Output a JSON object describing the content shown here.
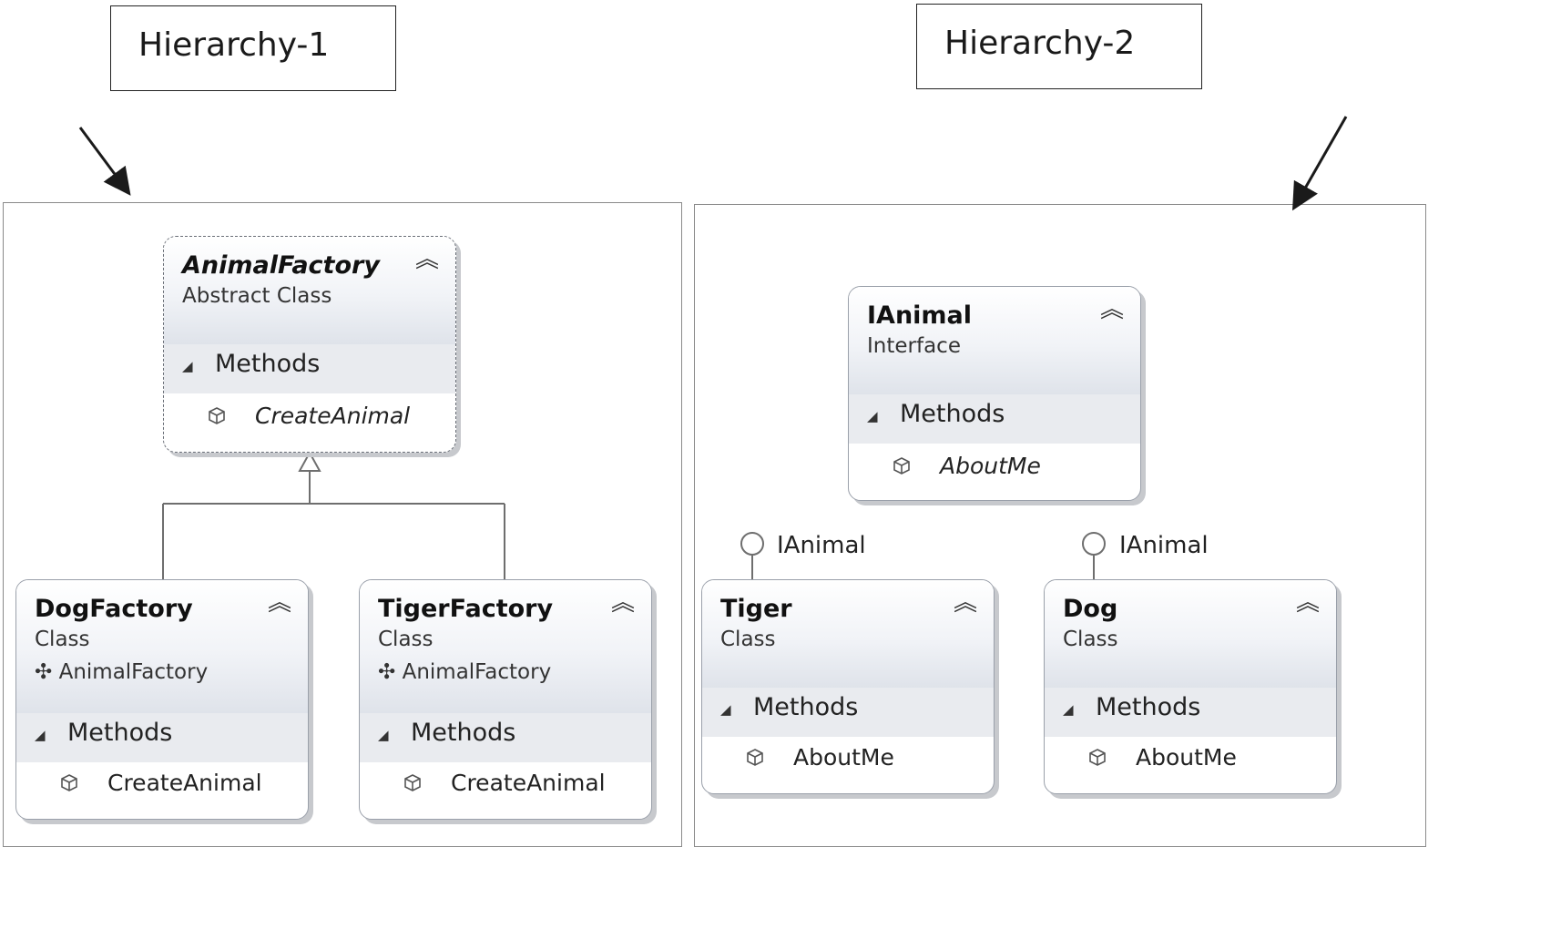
{
  "hierarchy_labels": {
    "left": "Hierarchy-1",
    "right": "Hierarchy-2"
  },
  "hierarchy1": {
    "animal_factory": {
      "name": "AnimalFactory",
      "kind": "Abstract Class",
      "section": "Methods",
      "method": "CreateAnimal"
    },
    "dog_factory": {
      "name": "DogFactory",
      "kind": "Class",
      "base": "AnimalFactory",
      "section": "Methods",
      "method": "CreateAnimal"
    },
    "tiger_factory": {
      "name": "TigerFactory",
      "kind": "Class",
      "base": "AnimalFactory",
      "section": "Methods",
      "method": "CreateAnimal"
    }
  },
  "hierarchy2": {
    "ianimal": {
      "name": "IAnimal",
      "kind": "Interface",
      "section": "Methods",
      "method": "AboutMe"
    },
    "tiger": {
      "name": "Tiger",
      "kind": "Class",
      "interface_label": "IAnimal",
      "section": "Methods",
      "method": "AboutMe"
    },
    "dog": {
      "name": "Dog",
      "kind": "Class",
      "interface_label": "IAnimal",
      "section": "Methods",
      "method": "AboutMe"
    }
  },
  "icons": {
    "collapse": "double-chevron-up-icon",
    "expand_section": "triangle-expand-icon",
    "method": "method-cube-icon",
    "inherits": "inherit-arrow-icon",
    "interface": "lollipop-interface-icon"
  }
}
